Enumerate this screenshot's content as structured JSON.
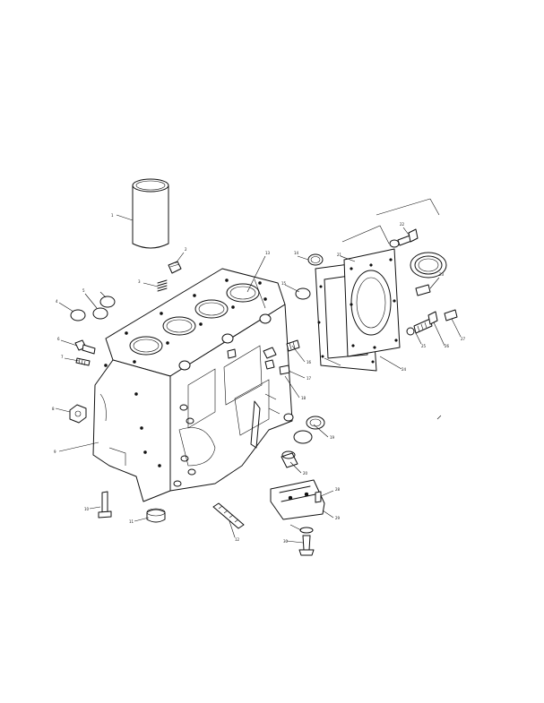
{
  "diagram": {
    "callout_labels": [
      "1",
      "2",
      "3",
      "4",
      "5",
      "6",
      "7",
      "8",
      "9",
      "10",
      "11",
      "12",
      "13",
      "14",
      "15",
      "16",
      "17",
      "18",
      "19",
      "20",
      "21",
      "22",
      "23",
      "24",
      "25",
      "26",
      "27",
      "28",
      "29",
      "30"
    ]
  },
  "colors": {
    "ink": "#111111",
    "paper": "#ffffff"
  }
}
